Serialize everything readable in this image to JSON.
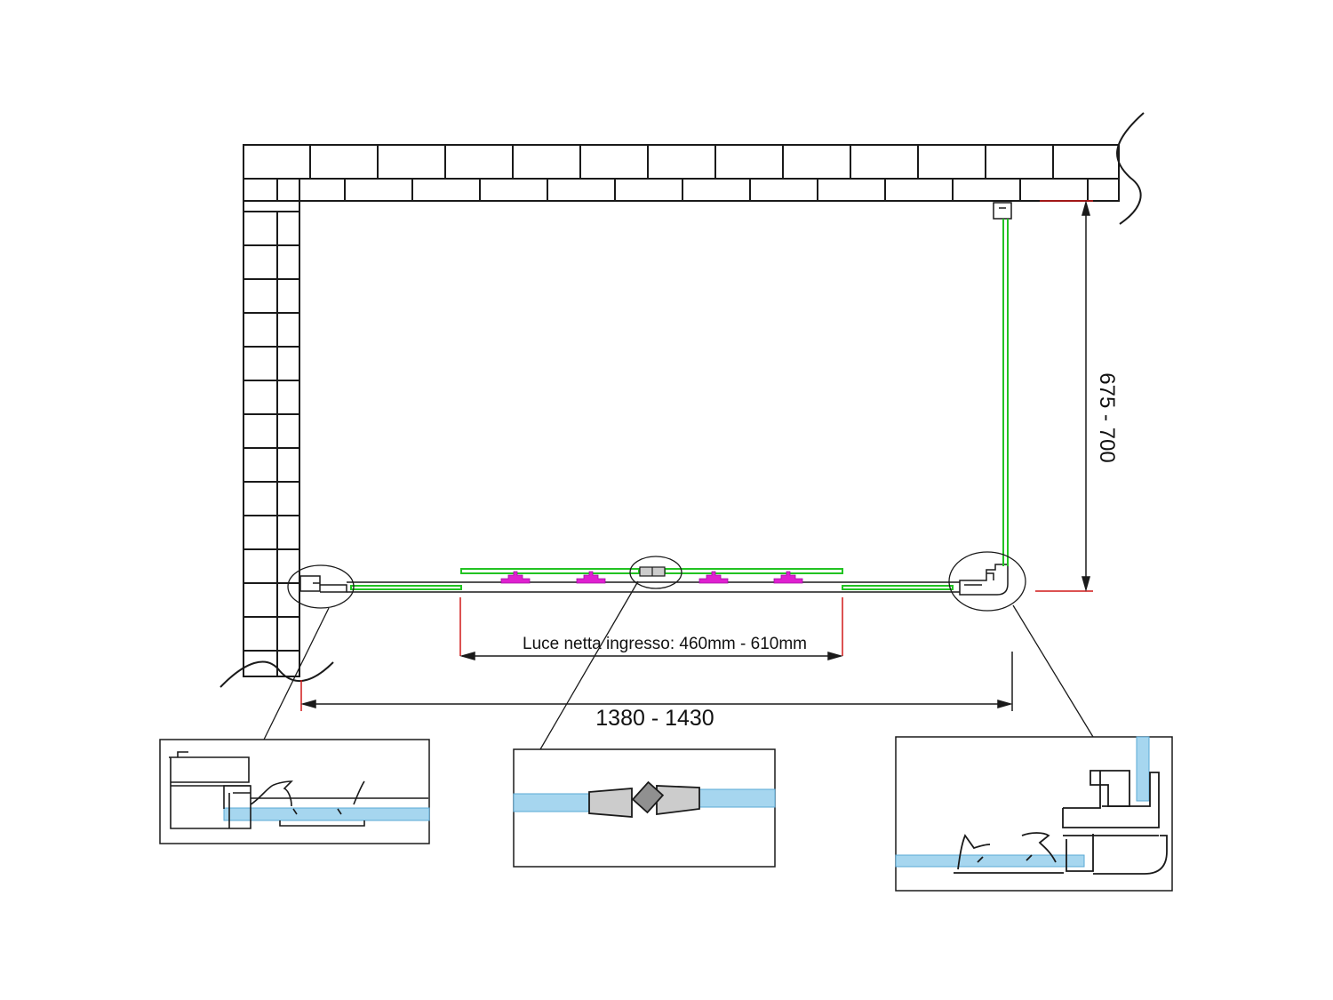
{
  "dimensions": {
    "width_total": "1380 - 1430",
    "depth_total": "675 - 700",
    "clear_opening": "Luce netta ingresso: 460mm - 610mm"
  },
  "colors": {
    "line": "#1a1a1a",
    "glass": "#22c322",
    "roller": "#e020d0",
    "dimension_tick": "#d01818",
    "glass_fill": "#a6d6ef"
  }
}
